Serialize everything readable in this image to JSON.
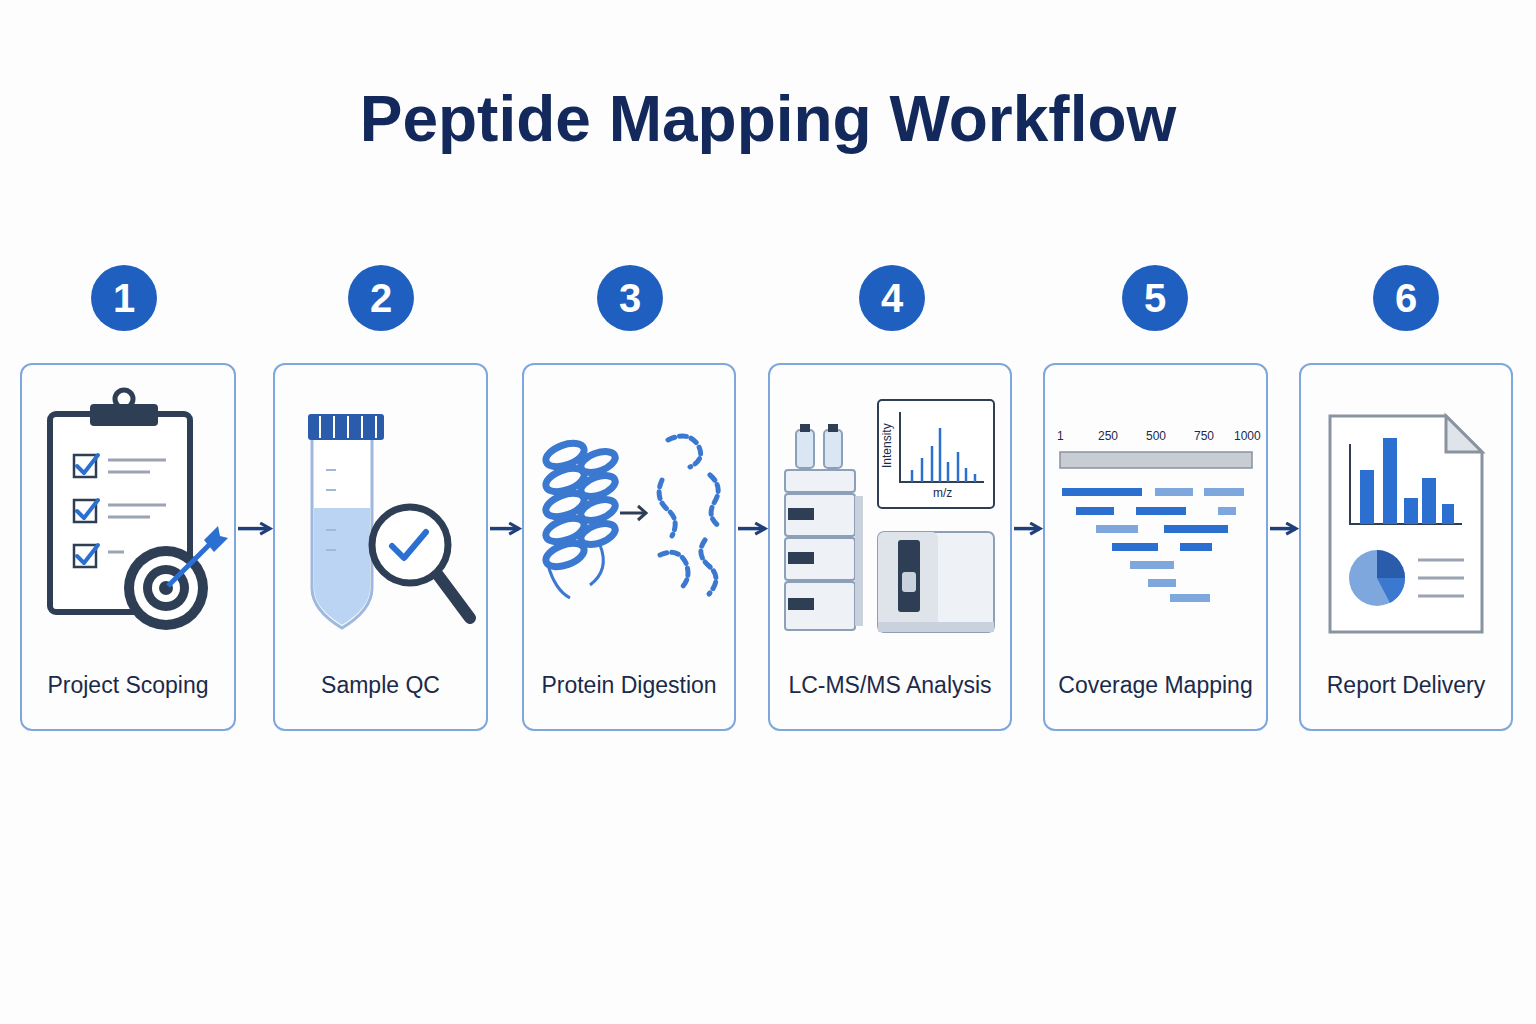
{
  "diagram": {
    "title": "Peptide Mapping Workflow",
    "nodes": [
      {
        "text": [
          "1"
        ]
      },
      {
        "text": [
          "2"
        ]
      },
      {
        "text": [
          "3"
        ]
      },
      {
        "text": [
          "4"
        ]
      },
      {
        "text": [
          "5"
        ]
      },
      {
        "text": [
          "6"
        ]
      },
      {
        "text": [
          "Project Scoping"
        ]
      },
      {
        "text": [
          "Sample QC"
        ]
      },
      {
        "text": [
          "Protein Digestion"
        ]
      },
      {
        "text": [
          "LC-MS/MS Analysis"
        ]
      },
      {
        "text": [
          "Coverage Mapping"
        ]
      },
      {
        "text": [
          "Report Delivery"
        ]
      }
    ],
    "edges": [
      {
        "from": 6,
        "to": 7,
        "arrow": "to"
      },
      {
        "from": 7,
        "to": 8,
        "arrow": "to"
      },
      {
        "from": 8,
        "to": 9,
        "arrow": "to"
      },
      {
        "from": 9,
        "to": 10,
        "arrow": "to"
      },
      {
        "from": 10,
        "to": 11,
        "arrow": "to"
      }
    ],
    "labels": [
      "Intensity",
      "m/z",
      "1",
      "250",
      "500",
      "750",
      "1000"
    ]
  }
}
